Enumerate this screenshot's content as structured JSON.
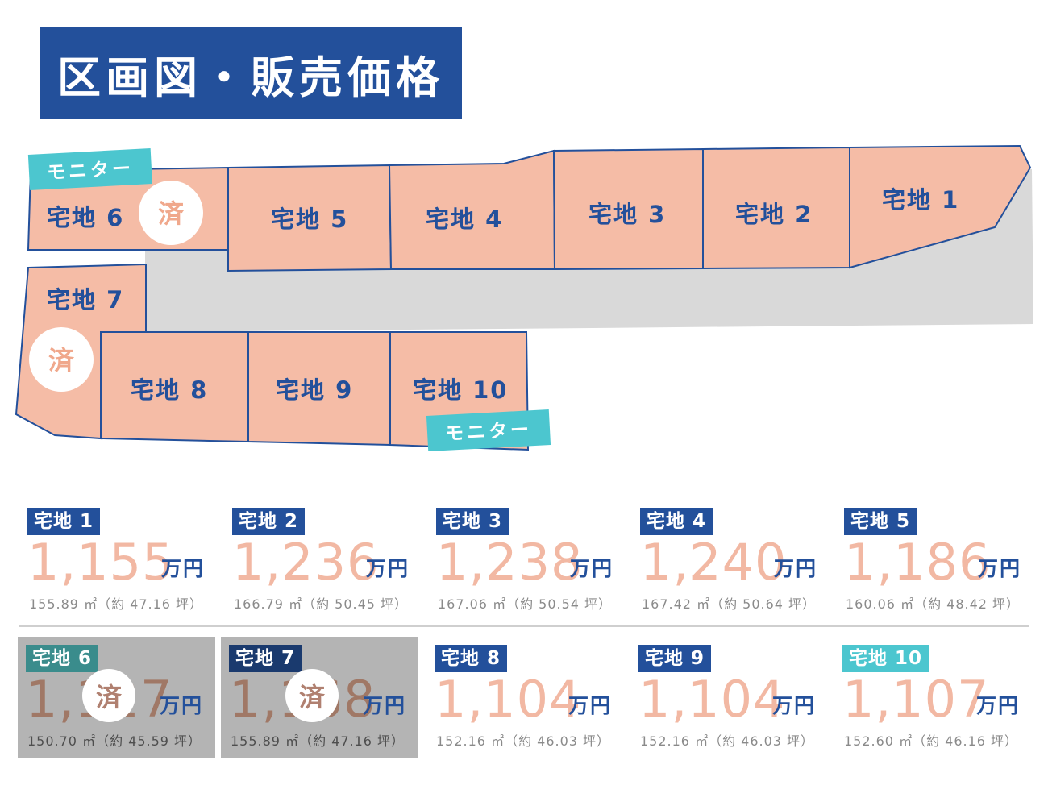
{
  "header": {
    "title": "区画図・販売価格"
  },
  "plan": {
    "plots": [
      {
        "id": "p1",
        "label": "宅地 1"
      },
      {
        "id": "p2",
        "label": "宅地 2"
      },
      {
        "id": "p3",
        "label": "宅地 3"
      },
      {
        "id": "p4",
        "label": "宅地 4"
      },
      {
        "id": "p5",
        "label": "宅地 5"
      },
      {
        "id": "p6",
        "label": "宅地 6"
      },
      {
        "id": "p7",
        "label": "宅地 7"
      },
      {
        "id": "p8",
        "label": "宅地 8"
      },
      {
        "id": "p9",
        "label": "宅地 9"
      },
      {
        "id": "p10",
        "label": "宅地 10"
      }
    ],
    "sold_mark": "済",
    "monitor_label": "モニター"
  },
  "listings": [
    {
      "label": "宅地 1",
      "price": "1,155",
      "unit": "万円",
      "area": "155.89 ㎡（約 47.16 坪）",
      "sold": false,
      "tag_color": "#23509b"
    },
    {
      "label": "宅地 2",
      "price": "1,236",
      "unit": "万円",
      "area": "166.79 ㎡（約 50.45 坪）",
      "sold": false,
      "tag_color": "#23509b"
    },
    {
      "label": "宅地 3",
      "price": "1,238",
      "unit": "万円",
      "area": "167.06 ㎡（約 50.54 坪）",
      "sold": false,
      "tag_color": "#23509b"
    },
    {
      "label": "宅地 4",
      "price": "1,240",
      "unit": "万円",
      "area": "167.42 ㎡（約 50.64 坪）",
      "sold": false,
      "tag_color": "#23509b"
    },
    {
      "label": "宅地 5",
      "price": "1,186",
      "unit": "万円",
      "area": "160.06 ㎡（約 48.42 坪）",
      "sold": false,
      "tag_color": "#23509b"
    },
    {
      "label": "宅地 6",
      "price": "1,127",
      "unit": "万円",
      "area": "150.70 ㎡（約 45.59 坪）",
      "sold": true,
      "tag_color": "#3a8c8c"
    },
    {
      "label": "宅地 7",
      "price": "1,168",
      "unit": "万円",
      "area": "155.89 ㎡（約 47.16 坪）",
      "sold": true,
      "tag_color": "#1a3a6e"
    },
    {
      "label": "宅地 8",
      "price": "1,104",
      "unit": "万円",
      "area": "152.16 ㎡（約 46.03 坪）",
      "sold": false,
      "tag_color": "#23509b"
    },
    {
      "label": "宅地 9",
      "price": "1,104",
      "unit": "万円",
      "area": "152.16 ㎡（約 46.03 坪）",
      "sold": false,
      "tag_color": "#23509b"
    },
    {
      "label": "宅地 10",
      "price": "1,107",
      "unit": "万円",
      "area": "152.60 ㎡（約 46.16 坪）",
      "sold": false,
      "tag_color": "#4cc6cf"
    }
  ],
  "colors": {
    "plot_fill": "#f5bca6",
    "plot_stroke": "#23509b",
    "road": "#d9d9d9",
    "monitor_bg": "#4cc6cf",
    "title_bg": "#23509b"
  }
}
